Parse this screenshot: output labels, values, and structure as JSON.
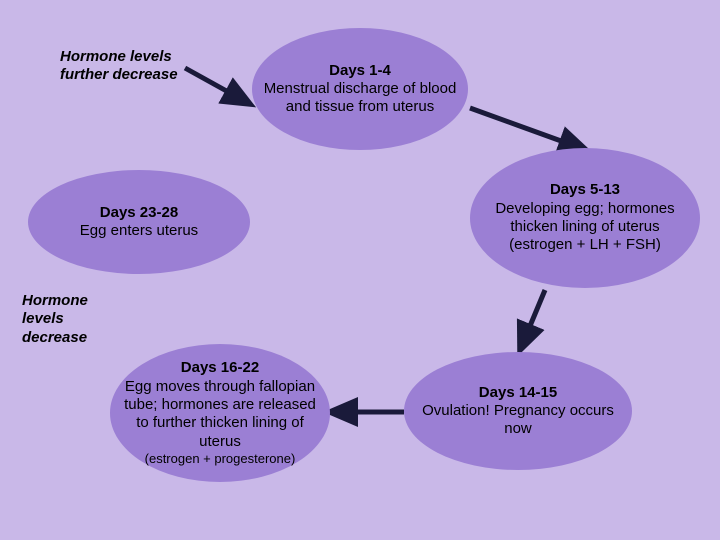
{
  "diagram": {
    "title_present": false,
    "background_color": "#c9b8e8",
    "node_color": "#9b7fd4",
    "text_color": "#000000",
    "arrow_color": "#1a1a3a",
    "nodes": [
      {
        "id": "days1-4",
        "heading": "Days 1-4",
        "body": "Menstrual discharge of blood and tissue from uterus"
      },
      {
        "id": "days5-13",
        "heading": "Days 5-13",
        "body": "Developing egg; hormones thicken lining of uterus (estrogen + LH + FSH)"
      },
      {
        "id": "days14-15",
        "heading": "Days 14-15",
        "body": "Ovulation! Pregnancy occurs now"
      },
      {
        "id": "days16-22",
        "heading": "Days 16-22",
        "body": "Egg moves through fallopian tube; hormones are released to further thicken lining of uterus",
        "note": "(estrogen + progesterone)"
      },
      {
        "id": "days23-28",
        "heading": "Days 23-28",
        "body": "Egg enters uterus"
      }
    ],
    "labels": [
      {
        "id": "hormone-levels-further-decrease",
        "text": "Hormone levels further decrease"
      },
      {
        "id": "hormone-levels-decrease",
        "text": "Hormone levels decrease"
      }
    ]
  }
}
